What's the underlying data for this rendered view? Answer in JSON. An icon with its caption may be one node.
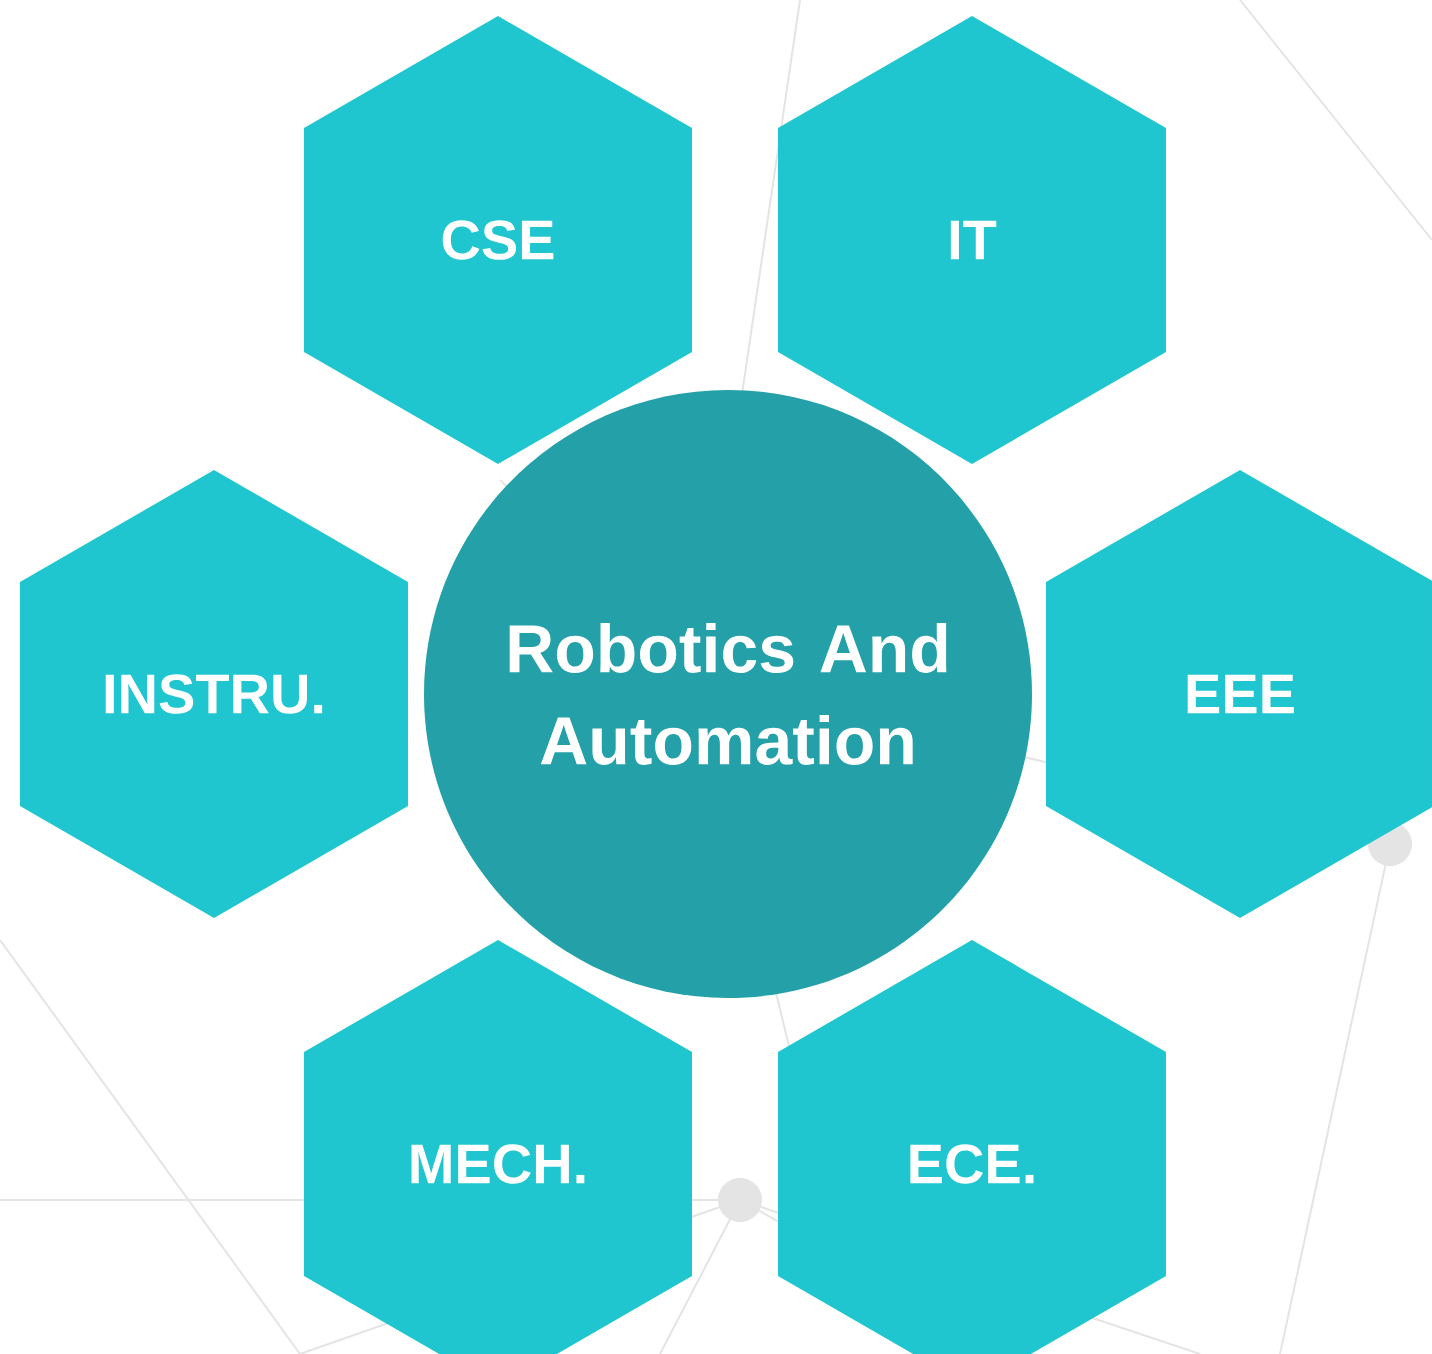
{
  "diagram": {
    "nodes": [
      {
        "text": [
          "CSE"
        ]
      },
      {
        "text": [
          "IT"
        ]
      },
      {
        "text": [
          "INSTRU."
        ]
      },
      {
        "text": [
          "Robotics And Automation"
        ]
      },
      {
        "text": [
          "EEE"
        ]
      },
      {
        "text": [
          "MECH."
        ]
      },
      {
        "text": [
          "ECE."
        ]
      }
    ]
  }
}
